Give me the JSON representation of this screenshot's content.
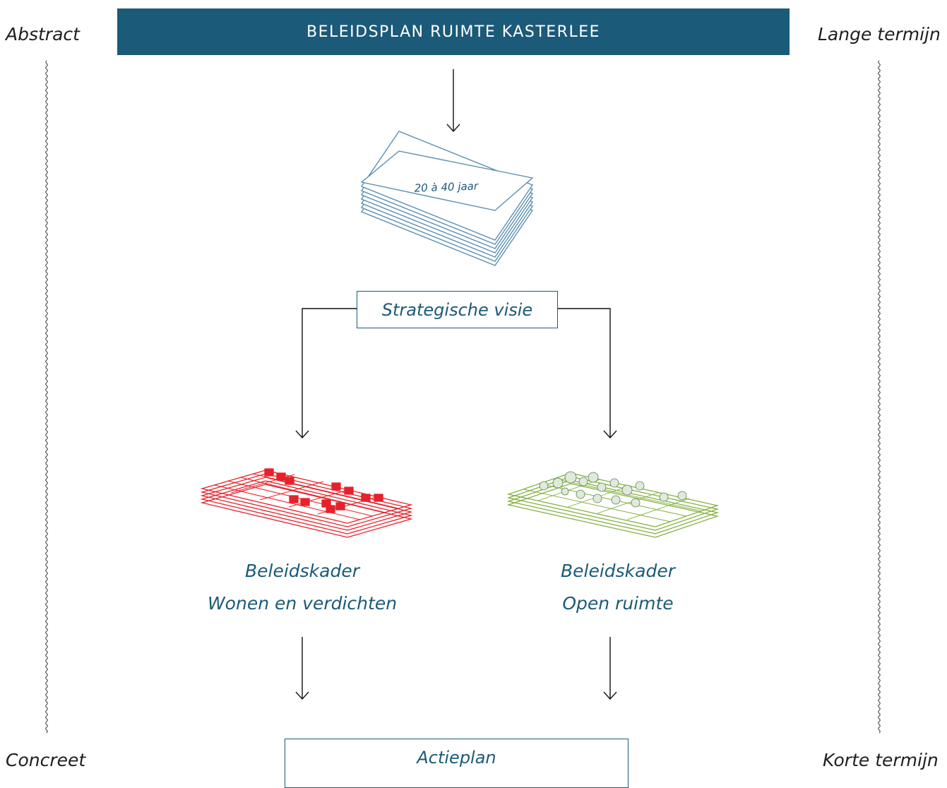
{
  "side_labels": {
    "top_left": "Abstract",
    "top_right": "Lange termijn",
    "bottom_left": "Concreet",
    "bottom_right": "Korte termijn"
  },
  "header": {
    "title": "BELEIDSPLAN RUIMTE KASTERLEE"
  },
  "stack_label": "20 à 40 jaar",
  "strategic_vision": "Strategische visie",
  "frameworks": [
    {
      "line1": "Beleidskader",
      "line2": "Wonen en verdichten"
    },
    {
      "line1": "Beleidskader",
      "line2": "Open ruimte"
    }
  ],
  "action_plan": "Actieplan",
  "colors": {
    "brand_blue": "#1b5a78",
    "stack_blue": "#5b8fb0",
    "housing_red": "#e8202a",
    "open_space_green": "#7fae3a"
  }
}
